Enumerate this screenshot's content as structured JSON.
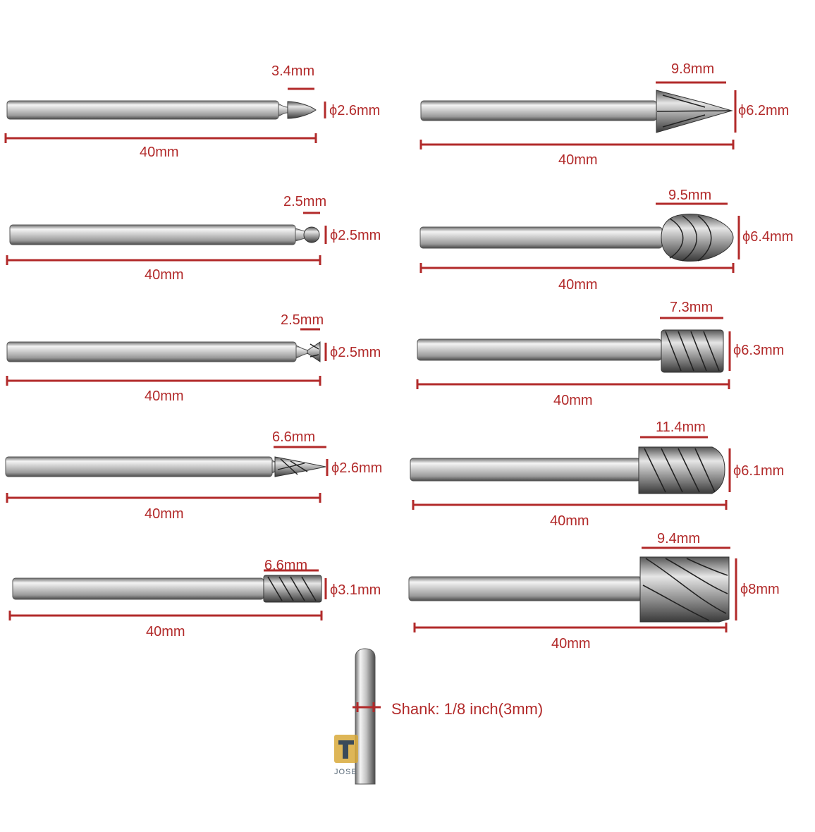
{
  "accent_color": "#b22a2a",
  "bits": [
    {
      "id": "b1",
      "head": "ball-point",
      "head_length": "3.4mm",
      "diameter": "ϕ2.6mm",
      "length": "40mm"
    },
    {
      "id": "b2",
      "head": "sphere",
      "head_length": "2.5mm",
      "diameter": "ϕ2.5mm",
      "length": "40mm"
    },
    {
      "id": "b3",
      "head": "inverted-cone",
      "head_length": "2.5mm",
      "diameter": "ϕ2.5mm",
      "length": "40mm"
    },
    {
      "id": "b4",
      "head": "taper",
      "head_length": "6.6mm",
      "diameter": "ϕ2.6mm",
      "length": "40mm"
    },
    {
      "id": "b5",
      "head": "cylinder",
      "head_length": "6.6mm",
      "diameter": "ϕ3.1mm",
      "length": "40mm"
    },
    {
      "id": "b6",
      "head": "cone",
      "head_length": "9.8mm",
      "diameter": "ϕ6.2mm",
      "length": "40mm"
    },
    {
      "id": "b7",
      "head": "oval",
      "head_length": "9.5mm",
      "diameter": "ϕ6.4mm",
      "length": "40mm"
    },
    {
      "id": "b8",
      "head": "cylinder",
      "head_length": "7.3mm",
      "diameter": "ϕ6.3mm",
      "length": "40mm"
    },
    {
      "id": "b9",
      "head": "ball-nose-cylinder",
      "head_length": "11.4mm",
      "diameter": "ϕ6.1mm",
      "length": "40mm"
    },
    {
      "id": "b10",
      "head": "flat-cylinder",
      "head_length": "9.4mm",
      "diameter": "ϕ8mm",
      "length": "40mm"
    }
  ],
  "shank": {
    "label": "Shank: 1/8 inch(3mm)"
  },
  "logo": {
    "text": "JOSE",
    "icon": "brand-logo-icon"
  }
}
